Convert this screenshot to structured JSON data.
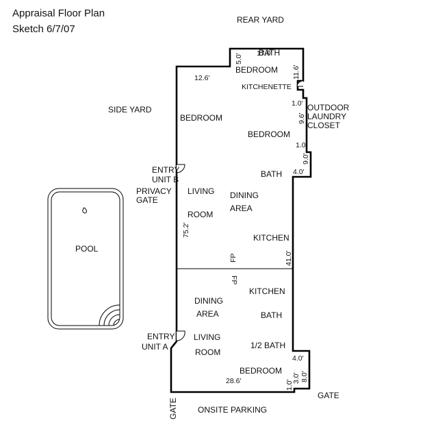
{
  "header": {
    "title": "Appraisal Floor Plan",
    "subtitle": "Sketch 6/7/07"
  },
  "areas": {
    "rear_yard": "REAR YARD",
    "side_yard": "SIDE YARD",
    "onsite_parking": "ONSITE PARKING",
    "gate_left": "GATE",
    "gate_right": "GATE",
    "pool": "POOL"
  },
  "unit_b": {
    "entry_line1": "ENTRY",
    "entry_line2": "UNIT B",
    "privacy_line1": "PRIVACY",
    "privacy_line2": "GATE",
    "bath_top": "BATH",
    "bedroom_top": "BEDROOM",
    "kitchenette": "KITCHENETTE",
    "bedroom_left": "BEDROOM",
    "bedroom_mid": "BEDROOM",
    "outdoor_line1": "OUTDOOR",
    "outdoor_line2": "LAUNDRY",
    "outdoor_line3": "CLOSET",
    "bath": "BATH",
    "living_line1": "LIVING",
    "living_line2": "ROOM",
    "dining_line1": "DINING",
    "dining_line2": "AREA",
    "kitchen": "KITCHEN",
    "fireplace": "FP"
  },
  "unit_a": {
    "entry_line1": "ENTRY",
    "entry_line2": "UNIT A",
    "fireplace": "FP",
    "kitchen": "KITCHEN",
    "dining_line1": "DINING",
    "dining_line2": "AREA",
    "bath": "BATH",
    "living_line1": "LIVING",
    "living_line2": "ROOM",
    "half_bath": "1/2 BATH",
    "bedroom": "BEDROOM"
  },
  "dimensions": {
    "d_17_0": "17.0'",
    "d_5_0": "5.0'",
    "d_11_6": "11.6'",
    "d_12_6": "12.6'",
    "d_1_0_a": "1.0'",
    "d_9_6": "9.6'",
    "d_1_0_b": "1.0'",
    "d_9_0": "9.0'",
    "d_4_0_a": "4.0'",
    "d_75_2": "75.2'",
    "d_41_0": "41.0'",
    "d_4_0_b": "4.0'",
    "d_8_0": "8.0'",
    "d_3_0": "3.0'",
    "d_28_6": "28.6'",
    "d_1_0_c": "1.0'"
  }
}
